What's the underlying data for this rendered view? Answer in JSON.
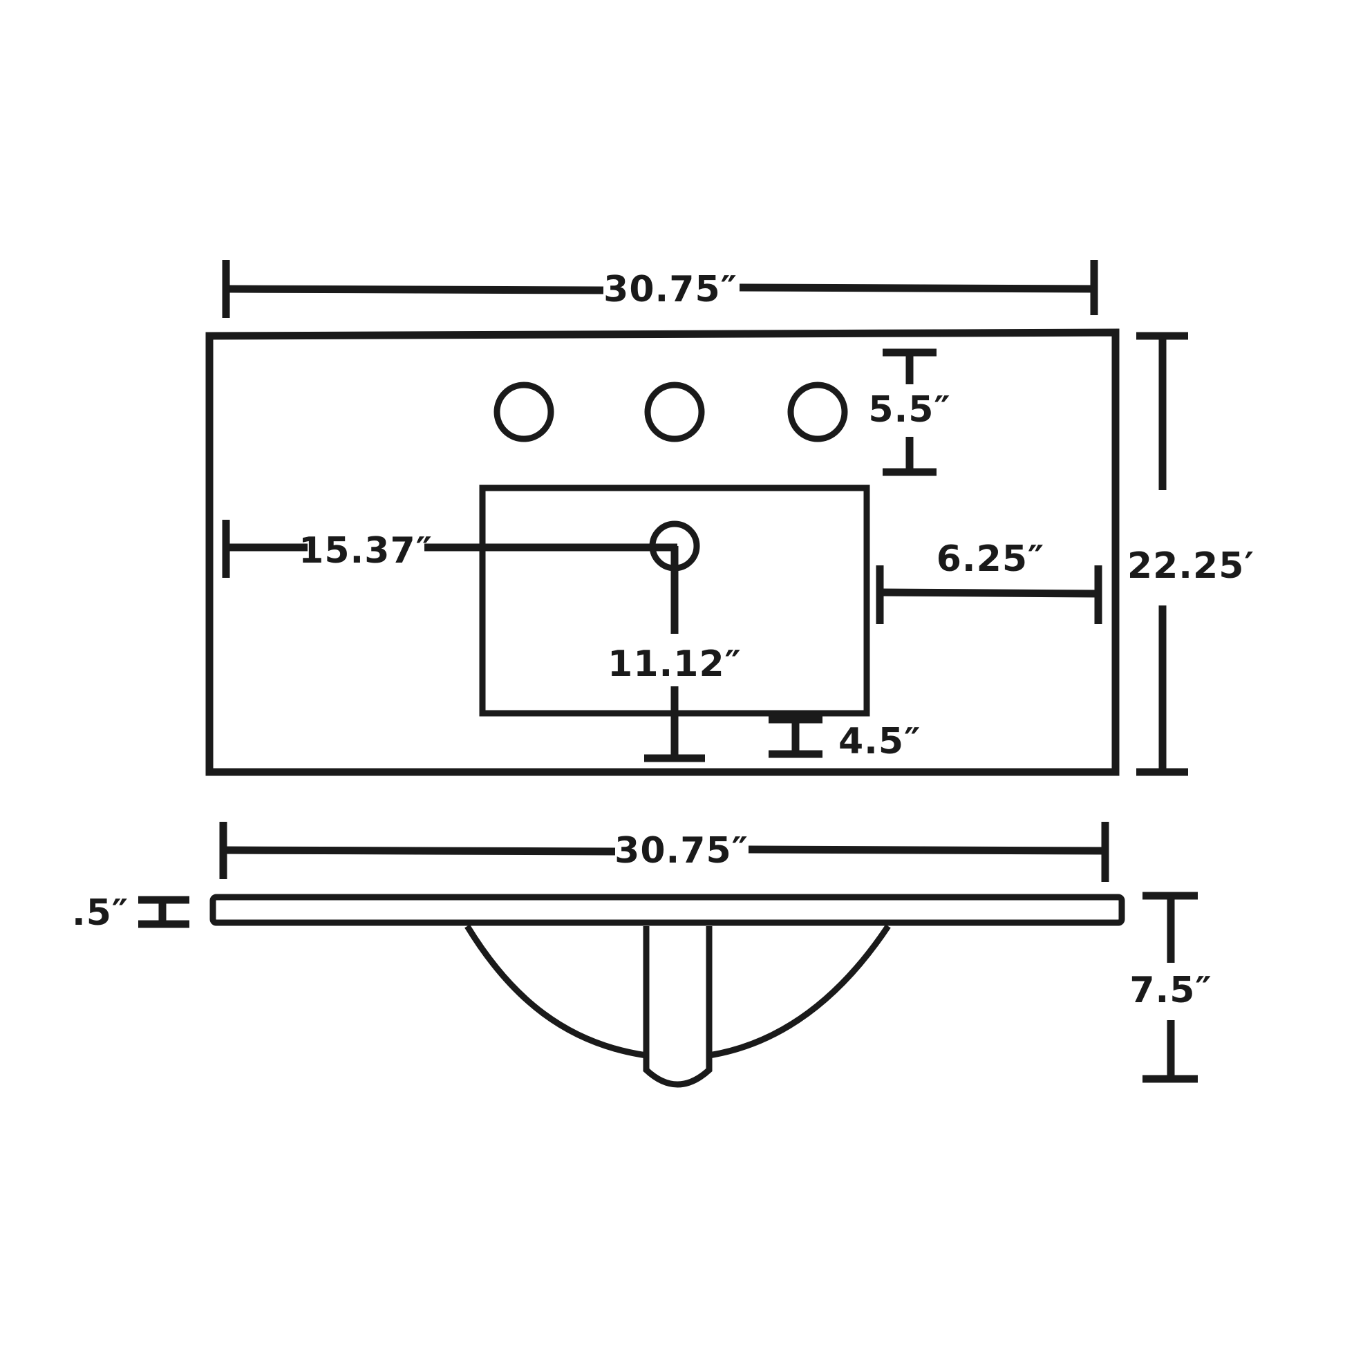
{
  "diagram": {
    "top_view": {
      "width_label": "30.75″",
      "depth_label": "22.25′",
      "faucet_setback_label": "5.5″",
      "drain_from_left_label": "15.37″",
      "bowl_to_right_edge_label": "6.25″",
      "drain_to_front_label": "11.12″",
      "bowl_to_front_label": "4.5″"
    },
    "side_view": {
      "width_label": "30.75″",
      "top_thickness_label": ".5″",
      "total_height_label": "7.5″"
    },
    "colors": {
      "line": "#1a1a1a",
      "background": "#ffffff"
    }
  }
}
